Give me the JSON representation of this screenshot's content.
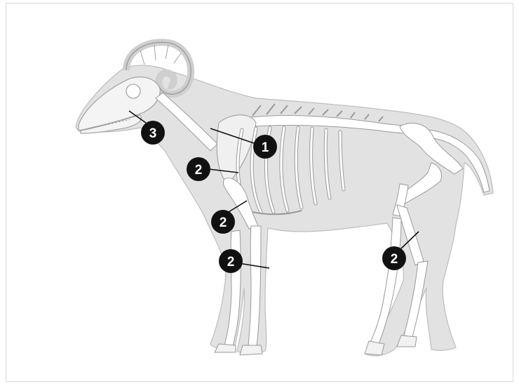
{
  "colors": {
    "silhouette": "#e2e2e2",
    "silhouette_outline": "#bdbdbd",
    "bone": "#ffffff",
    "bone_outline": "#9a9a9a",
    "callout": "#111111",
    "callout_text": "#ffffff",
    "leader_line": "#111111"
  },
  "callouts": [
    {
      "id": "c1",
      "label": "1"
    },
    {
      "id": "c2a",
      "label": "2"
    },
    {
      "id": "c2b",
      "label": "2"
    },
    {
      "id": "c2c",
      "label": "2"
    },
    {
      "id": "c2d",
      "label": "2"
    },
    {
      "id": "c3",
      "label": "3"
    }
  ]
}
